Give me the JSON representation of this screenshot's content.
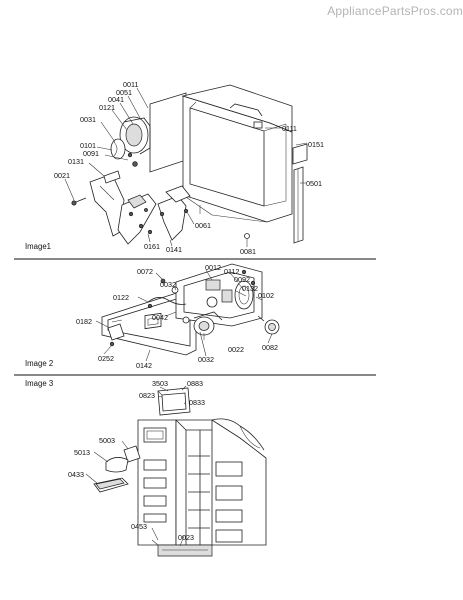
{
  "watermark": "AppliancePartsPros.com",
  "sections": [
    {
      "label": "Image1"
    },
    {
      "label": "Image 2"
    },
    {
      "label": "Image 3"
    }
  ],
  "parts": {
    "p0011": "0011",
    "p0051": "0051",
    "p0041": "0041",
    "p0121": "0121",
    "p0031": "0031",
    "p0101": "0101",
    "p0091": "0091",
    "p0131": "0131",
    "p0021": "0021",
    "p0111": "0111",
    "p0151": "0151",
    "p0501": "0501",
    "p0061": "0061",
    "p0161": "0161",
    "p0141": "0141",
    "p0081": "0081",
    "p0072": "0072",
    "p0012": "0012",
    "p0112": "0112",
    "p0092": "0092",
    "p0032": "0032",
    "p0132": "0132",
    "p0102": "0102",
    "p0122": "0122",
    "p0042": "0042",
    "p0182": "0182",
    "p0252": "0252",
    "p0142": "0142",
    "p0022": "0022",
    "p0082": "0082",
    "p0032b": "0032",
    "p3503": "3503",
    "p0883": "0883",
    "p0823": "0823",
    "p0833": "0833",
    "p5003": "5003",
    "p5013": "5013",
    "p0433": "0433",
    "p0453": "0453",
    "p0023": "0023"
  }
}
